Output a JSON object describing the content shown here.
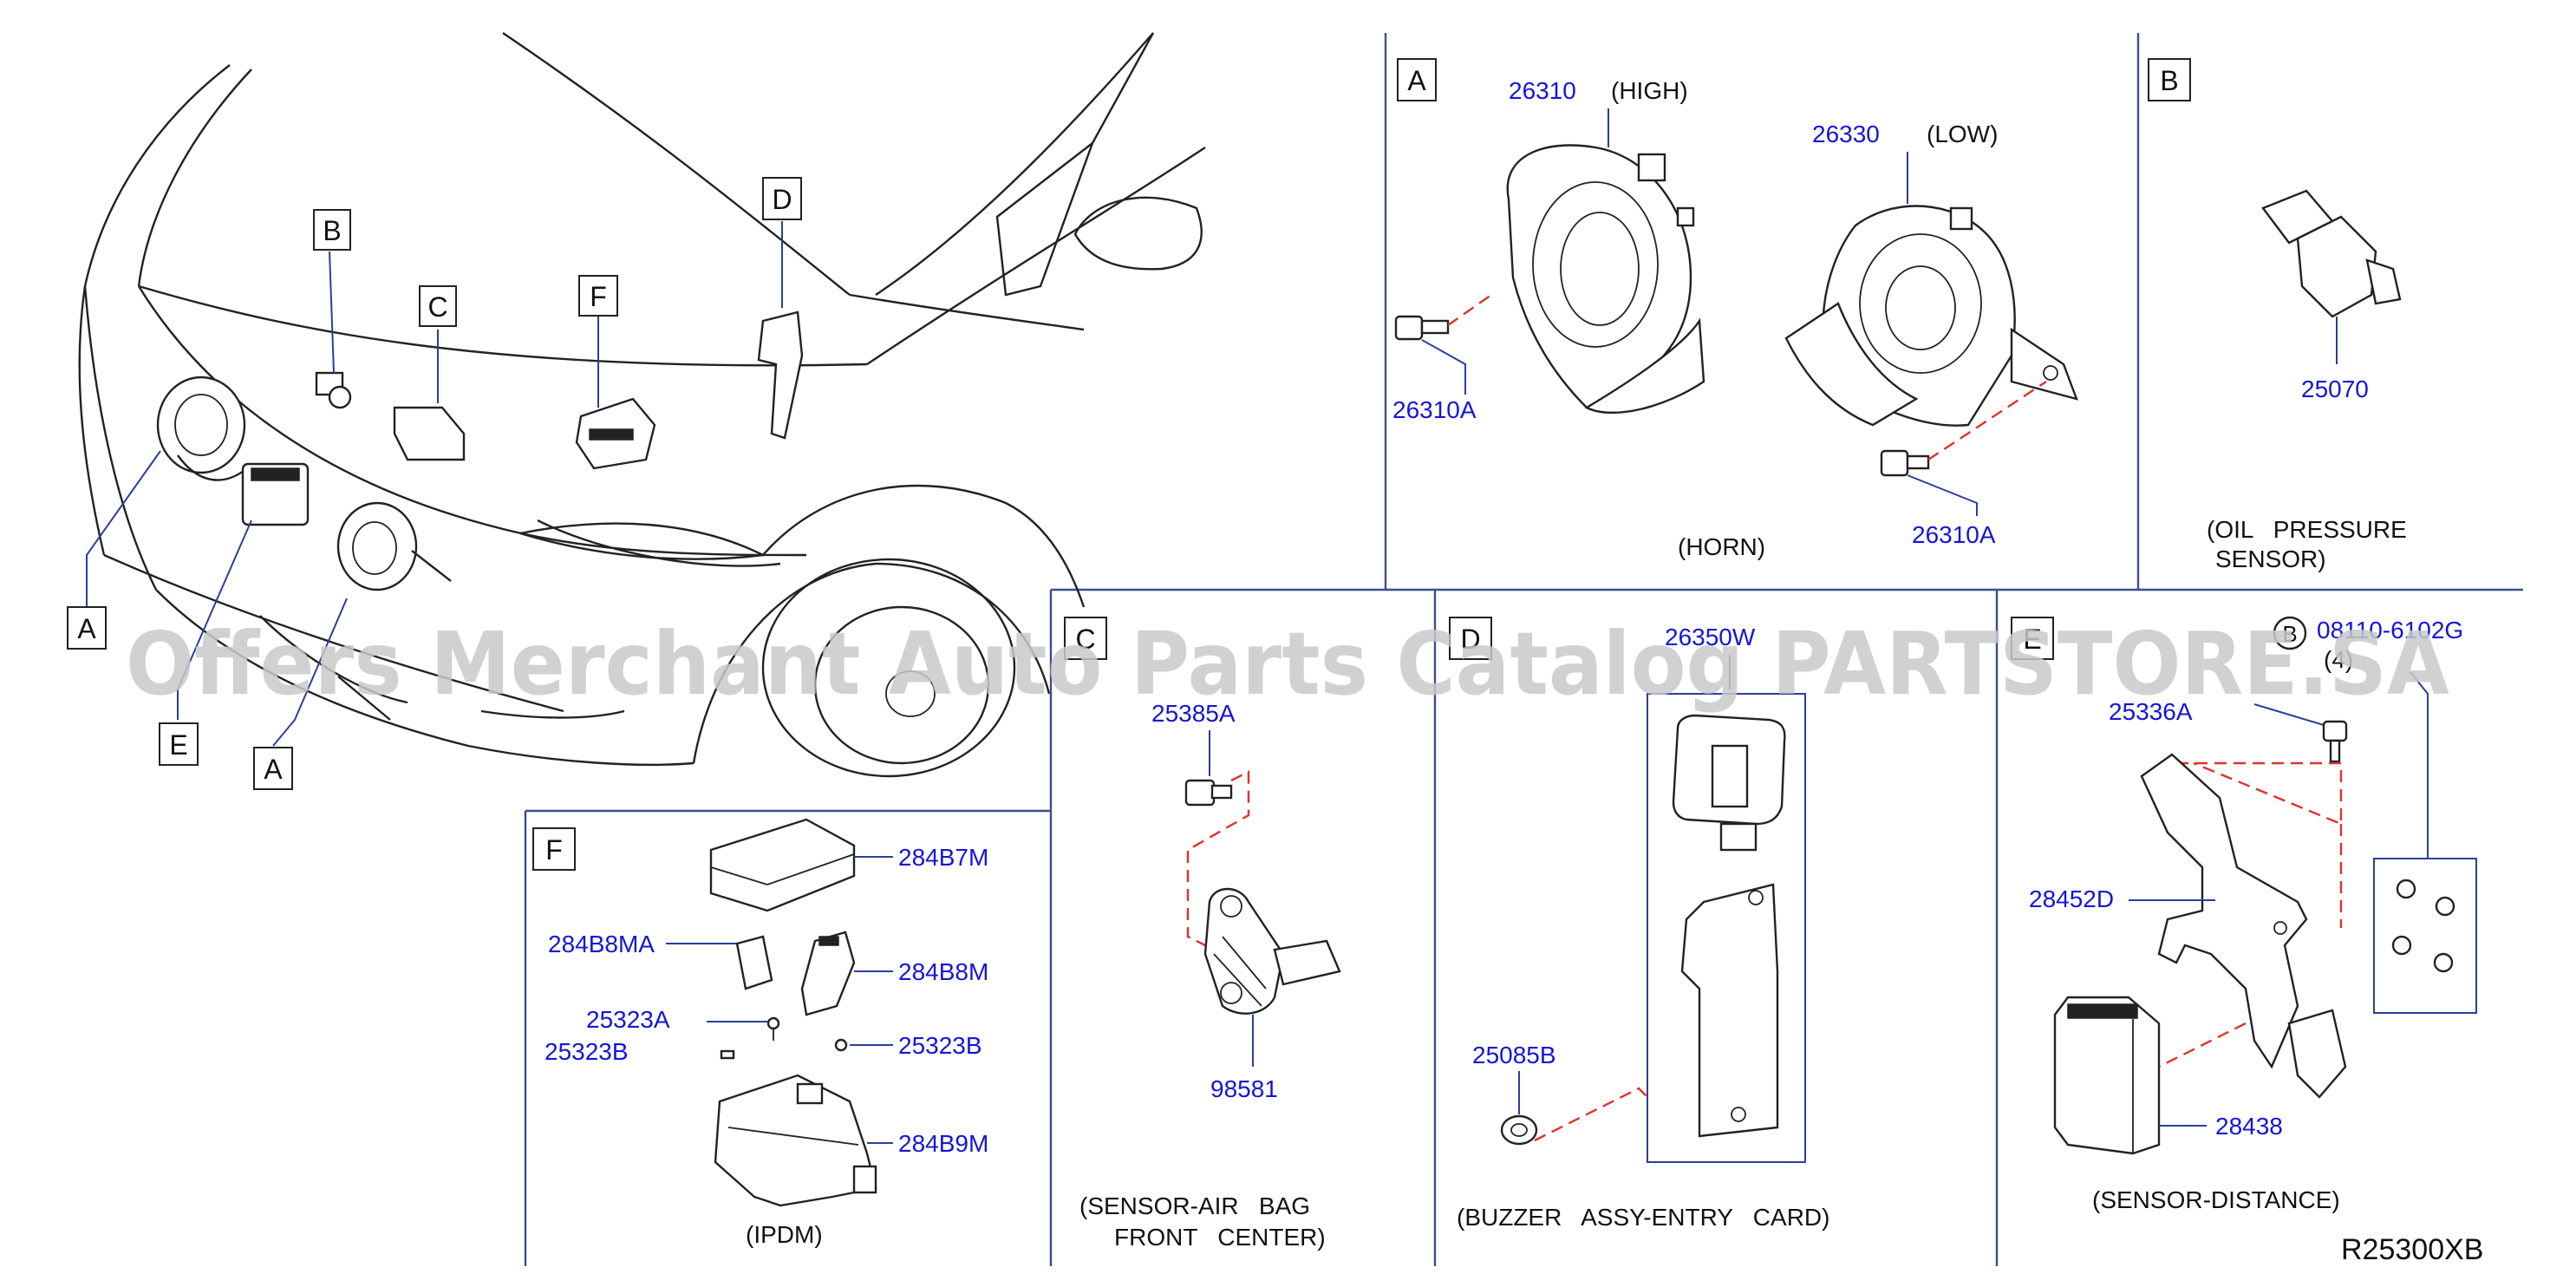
{
  "diagram": {
    "watermark": "Offers Merchant Auto Parts Catalog PARTSTORE.SA",
    "ref_code": "R25300XB",
    "overview": {
      "callouts": [
        "A",
        "B",
        "C",
        "D",
        "E",
        "F",
        "A"
      ]
    },
    "panels": {
      "A": {
        "label": "A",
        "parts": {
          "high": "26310",
          "low": "26330",
          "bolt1": "26310A",
          "bolt2": "26310A"
        },
        "notes": {
          "high": "(HIGH)",
          "low": "(LOW)"
        },
        "caption": "(HORN)"
      },
      "B": {
        "label": "B",
        "parts": {
          "sensor": "25070"
        },
        "caption_line1": "(OIL   PRESSURE",
        "caption_line2": "SENSOR)"
      },
      "C": {
        "label": "C",
        "parts": {
          "bolt": "25385A",
          "sensor": "98581"
        },
        "caption_line1": "(SENSOR-AIR   BAG",
        "caption_line2": "FRONT   CENTER)"
      },
      "D": {
        "label": "D",
        "parts": {
          "buzzer": "26350W",
          "nut": "25085B"
        },
        "caption": "(BUZZER   ASSY-ENTRY   CARD)"
      },
      "E": {
        "label": "E",
        "parts": {
          "bolt_std": "08110-6102G",
          "bolt": "25336A",
          "bracket": "28452D",
          "module": "28438"
        },
        "qty": "(4)",
        "caption": "(SENSOR-DISTANCE)"
      },
      "F": {
        "label": "F",
        "parts": {
          "cover": "284B7M",
          "bracket_a": "284B8MA",
          "bracket": "284B8M",
          "clip_a": "25323A",
          "clip_b_left": "25323B",
          "clip_b_right": "25323B",
          "housing": "284B9M"
        },
        "caption": "(IPDM)"
      }
    }
  }
}
